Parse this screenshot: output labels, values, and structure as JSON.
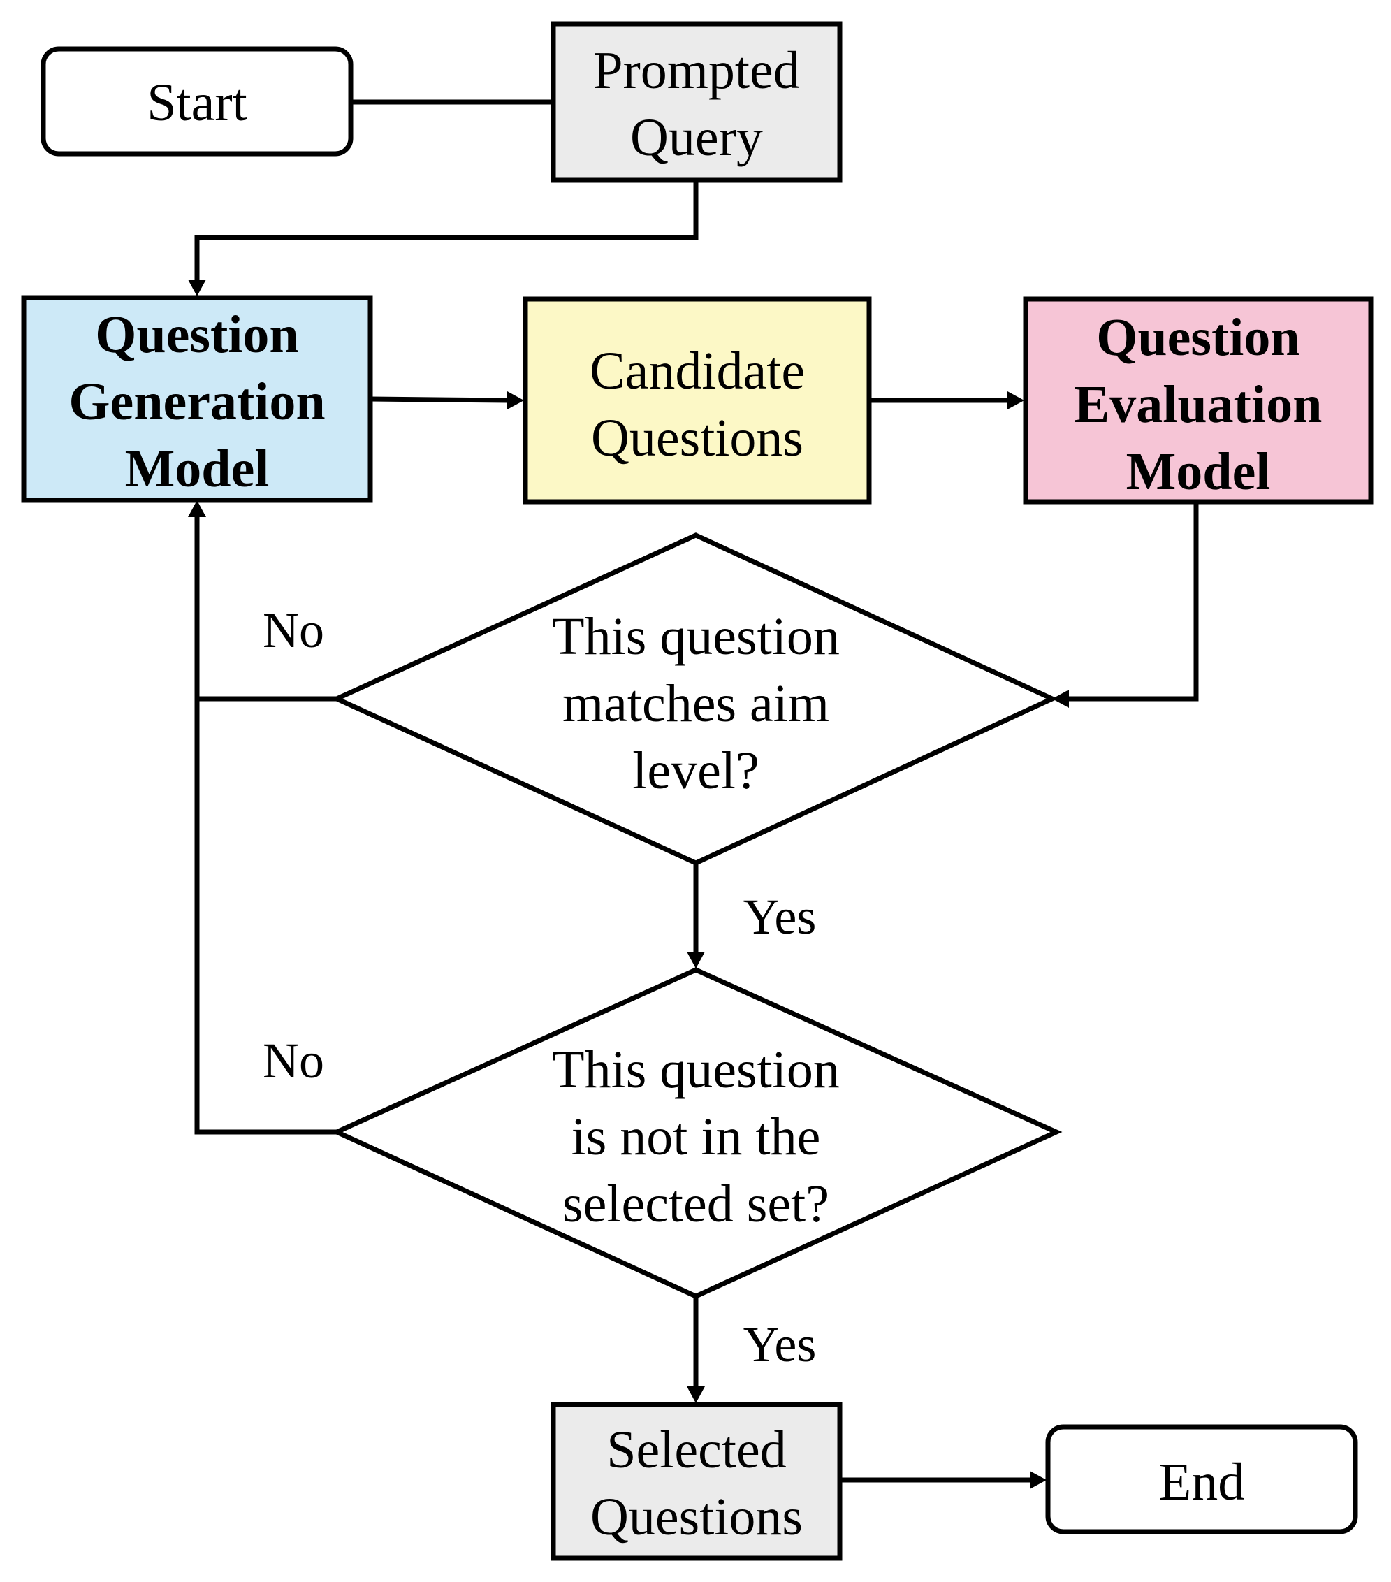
{
  "nodes": {
    "start": {
      "lines": [
        "Start"
      ]
    },
    "prompted_query": {
      "lines": [
        "Prompted",
        "Query"
      ],
      "fill": "#ebebeb"
    },
    "question_generation_model": {
      "lines": [
        "Question",
        "Generation",
        "Model"
      ],
      "fill": "#cde9f7"
    },
    "candidate_questions": {
      "lines": [
        "Candidate",
        "Questions"
      ],
      "fill": "#fcf8c6"
    },
    "question_evaluation_model": {
      "lines": [
        "Question",
        "Evaluation",
        "Model"
      ],
      "fill": "#f6c5d6"
    },
    "decision_aim_level": {
      "lines": [
        "This question",
        "matches aim",
        "level?"
      ]
    },
    "decision_not_in_set": {
      "lines": [
        "This question",
        "is not in the",
        "selected set?"
      ]
    },
    "selected_questions": {
      "lines": [
        "Selected",
        "Questions"
      ],
      "fill": "#ebebeb"
    },
    "end": {
      "lines": [
        "End"
      ]
    }
  },
  "edge_labels": {
    "aim_no": "No",
    "aim_yes": "Yes",
    "set_no": "No",
    "set_yes": "Yes"
  }
}
